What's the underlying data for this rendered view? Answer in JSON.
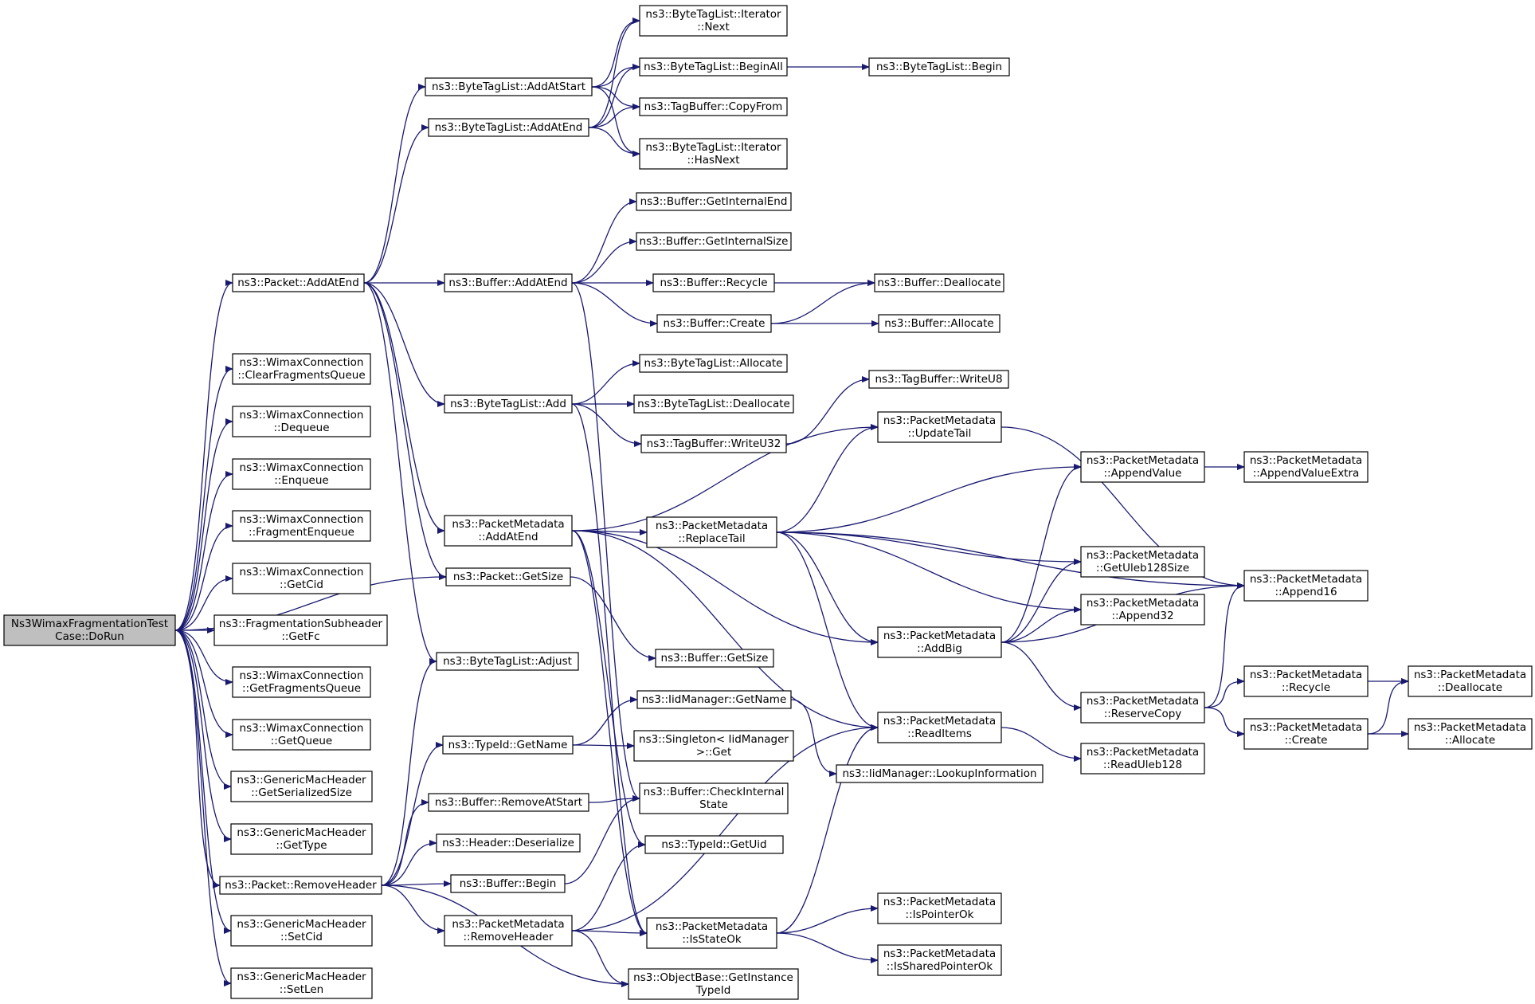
{
  "graph": {
    "nodes": [
      {
        "id": "root",
        "lines": [
          "Ns3WimaxFragmentationTest",
          "Case::DoRun"
        ],
        "root": true
      },
      {
        "id": "pkt_addatend",
        "lines": [
          "ns3::Packet::AddAtEnd"
        ]
      },
      {
        "id": "wc_clearfrag",
        "lines": [
          "ns3::WimaxConnection",
          "::ClearFragmentsQueue"
        ]
      },
      {
        "id": "wc_dequeue",
        "lines": [
          "ns3::WimaxConnection",
          "::Dequeue"
        ]
      },
      {
        "id": "wc_enqueue",
        "lines": [
          "ns3::WimaxConnection",
          "::Enqueue"
        ]
      },
      {
        "id": "wc_fragenqueue",
        "lines": [
          "ns3::WimaxConnection",
          "::FragmentEnqueue"
        ]
      },
      {
        "id": "wc_getcid",
        "lines": [
          "ns3::WimaxConnection",
          "::GetCid"
        ]
      },
      {
        "id": "frag_getfc",
        "lines": [
          "ns3::FragmentationSubheader",
          "::GetFc"
        ]
      },
      {
        "id": "wc_getfragq",
        "lines": [
          "ns3::WimaxConnection",
          "::GetFragmentsQueue"
        ]
      },
      {
        "id": "wc_getqueue",
        "lines": [
          "ns3::WimaxConnection",
          "::GetQueue"
        ]
      },
      {
        "id": "gmh_getser",
        "lines": [
          "ns3::GenericMacHeader",
          "::GetSerializedSize"
        ]
      },
      {
        "id": "gmh_gettype",
        "lines": [
          "ns3::GenericMacHeader",
          "::GetType"
        ]
      },
      {
        "id": "pkt_removeheader",
        "lines": [
          "ns3::Packet::RemoveHeader"
        ]
      },
      {
        "id": "gmh_setcid",
        "lines": [
          "ns3::GenericMacHeader",
          "::SetCid"
        ]
      },
      {
        "id": "gmh_setlen",
        "lines": [
          "ns3::GenericMacHeader",
          "::SetLen"
        ]
      },
      {
        "id": "btl_addatstart",
        "lines": [
          "ns3::ByteTagList::AddAtStart"
        ]
      },
      {
        "id": "btl_addatend",
        "lines": [
          "ns3::ByteTagList::AddAtEnd"
        ]
      },
      {
        "id": "buf_addatend",
        "lines": [
          "ns3::Buffer::AddAtEnd"
        ]
      },
      {
        "id": "btl_add",
        "lines": [
          "ns3::ByteTagList::Add"
        ]
      },
      {
        "id": "pm_addatend",
        "lines": [
          "ns3::PacketMetadata",
          "::AddAtEnd"
        ]
      },
      {
        "id": "pkt_getsize",
        "lines": [
          "ns3::Packet::GetSize"
        ]
      },
      {
        "id": "btl_adjust",
        "lines": [
          "ns3::ByteTagList::Adjust"
        ]
      },
      {
        "id": "typeid_getname",
        "lines": [
          "ns3::TypeId::GetName"
        ]
      },
      {
        "id": "buf_removeatstart",
        "lines": [
          "ns3::Buffer::RemoveAtStart"
        ]
      },
      {
        "id": "hdr_deserialize",
        "lines": [
          "ns3::Header::Deserialize"
        ]
      },
      {
        "id": "buf_begin",
        "lines": [
          "ns3::Buffer::Begin"
        ]
      },
      {
        "id": "pm_removeheader",
        "lines": [
          "ns3::PacketMetadata",
          "::RemoveHeader"
        ]
      },
      {
        "id": "btl_it_next",
        "lines": [
          "ns3::ByteTagList::Iterator",
          "::Next"
        ]
      },
      {
        "id": "btl_beginall",
        "lines": [
          "ns3::ByteTagList::BeginAll"
        ]
      },
      {
        "id": "tb_copyfrom",
        "lines": [
          "ns3::TagBuffer::CopyFrom"
        ]
      },
      {
        "id": "btl_it_hasnext",
        "lines": [
          "ns3::ByteTagList::Iterator",
          "::HasNext"
        ]
      },
      {
        "id": "buf_getinternalend",
        "lines": [
          "ns3::Buffer::GetInternalEnd"
        ]
      },
      {
        "id": "buf_getinternalsize",
        "lines": [
          "ns3::Buffer::GetInternalSize"
        ]
      },
      {
        "id": "buf_recycle",
        "lines": [
          "ns3::Buffer::Recycle"
        ]
      },
      {
        "id": "buf_create",
        "lines": [
          "ns3::Buffer::Create"
        ]
      },
      {
        "id": "btl_allocate",
        "lines": [
          "ns3::ByteTagList::Allocate"
        ]
      },
      {
        "id": "btl_deallocate",
        "lines": [
          "ns3::ByteTagList::Deallocate"
        ]
      },
      {
        "id": "tb_writeu32",
        "lines": [
          "ns3::TagBuffer::WriteU32"
        ]
      },
      {
        "id": "pm_replacetail",
        "lines": [
          "ns3::PacketMetadata",
          "::ReplaceTail"
        ]
      },
      {
        "id": "buf_getsize",
        "lines": [
          "ns3::Buffer::GetSize"
        ]
      },
      {
        "id": "iid_getname",
        "lines": [
          "ns3::IidManager::GetName"
        ]
      },
      {
        "id": "singleton_get",
        "lines": [
          "ns3::Singleton< IidManager",
          ">::Get"
        ]
      },
      {
        "id": "buf_checkinternal",
        "lines": [
          "ns3::Buffer::CheckInternal",
          "State"
        ]
      },
      {
        "id": "typeid_getuid",
        "lines": [
          "ns3::TypeId::GetUid"
        ]
      },
      {
        "id": "pm_isstateok",
        "lines": [
          "ns3::PacketMetadata",
          "::IsStateOk"
        ]
      },
      {
        "id": "ob_getinstancetypeid",
        "lines": [
          "ns3::ObjectBase::GetInstance",
          "TypeId"
        ]
      },
      {
        "id": "btl_begin",
        "lines": [
          "ns3::ByteTagList::Begin"
        ]
      },
      {
        "id": "buf_deallocate",
        "lines": [
          "ns3::Buffer::Deallocate"
        ]
      },
      {
        "id": "buf_allocate",
        "lines": [
          "ns3::Buffer::Allocate"
        ]
      },
      {
        "id": "tb_writeu8",
        "lines": [
          "ns3::TagBuffer::WriteU8"
        ]
      },
      {
        "id": "pm_updatetail",
        "lines": [
          "ns3::PacketMetadata",
          "::UpdateTail"
        ]
      },
      {
        "id": "pm_addbig",
        "lines": [
          "ns3::PacketMetadata",
          "::AddBig"
        ]
      },
      {
        "id": "pm_readitems",
        "lines": [
          "ns3::PacketMetadata",
          "::ReadItems"
        ]
      },
      {
        "id": "iid_lookup",
        "lines": [
          "ns3::IidManager::LookupInformation"
        ]
      },
      {
        "id": "pm_ispointerok",
        "lines": [
          "ns3::PacketMetadata",
          "::IsPointerOk"
        ]
      },
      {
        "id": "pm_issharedpointerok",
        "lines": [
          "ns3::PacketMetadata",
          "::IsSharedPointerOk"
        ]
      },
      {
        "id": "pm_appendvalue",
        "lines": [
          "ns3::PacketMetadata",
          "::AppendValue"
        ]
      },
      {
        "id": "pm_getuleb128size",
        "lines": [
          "ns3::PacketMetadata",
          "::GetUleb128Size"
        ]
      },
      {
        "id": "pm_append32",
        "lines": [
          "ns3::PacketMetadata",
          "::Append32"
        ]
      },
      {
        "id": "pm_reservecopy",
        "lines": [
          "ns3::PacketMetadata",
          "::ReserveCopy"
        ]
      },
      {
        "id": "pm_readuleb128",
        "lines": [
          "ns3::PacketMetadata",
          "::ReadUleb128"
        ]
      },
      {
        "id": "pm_appendvalueextra",
        "lines": [
          "ns3::PacketMetadata",
          "::AppendValueExtra"
        ]
      },
      {
        "id": "pm_append16",
        "lines": [
          "ns3::PacketMetadata",
          "::Append16"
        ]
      },
      {
        "id": "pm_recycle",
        "lines": [
          "ns3::PacketMetadata",
          "::Recycle"
        ]
      },
      {
        "id": "pm_create",
        "lines": [
          "ns3::PacketMetadata",
          "::Create"
        ]
      },
      {
        "id": "pm_deallocate",
        "lines": [
          "ns3::PacketMetadata",
          "::Deallocate"
        ]
      },
      {
        "id": "pm_allocate",
        "lines": [
          "ns3::PacketMetadata",
          "::Allocate"
        ]
      }
    ],
    "edges": [
      [
        "root",
        "pkt_addatend"
      ],
      [
        "root",
        "wc_clearfrag"
      ],
      [
        "root",
        "wc_dequeue"
      ],
      [
        "root",
        "wc_enqueue"
      ],
      [
        "root",
        "wc_fragenqueue"
      ],
      [
        "root",
        "wc_getcid"
      ],
      [
        "root",
        "frag_getfc"
      ],
      [
        "root",
        "wc_getfragq"
      ],
      [
        "root",
        "wc_getqueue"
      ],
      [
        "root",
        "gmh_getser"
      ],
      [
        "root",
        "gmh_gettype"
      ],
      [
        "root",
        "pkt_removeheader"
      ],
      [
        "root",
        "gmh_setcid"
      ],
      [
        "root",
        "gmh_setlen"
      ],
      [
        "root",
        "pkt_getsize"
      ],
      [
        "pkt_addatend",
        "btl_addatstart"
      ],
      [
        "pkt_addatend",
        "btl_addatend"
      ],
      [
        "pkt_addatend",
        "buf_addatend"
      ],
      [
        "pkt_addatend",
        "btl_add"
      ],
      [
        "pkt_addatend",
        "pm_addatend"
      ],
      [
        "pkt_addatend",
        "pkt_getsize"
      ],
      [
        "pkt_addatend",
        "btl_adjust"
      ],
      [
        "btl_addatstart",
        "btl_it_next"
      ],
      [
        "btl_addatstart",
        "btl_beginall"
      ],
      [
        "btl_addatstart",
        "tb_copyfrom"
      ],
      [
        "btl_addatstart",
        "btl_it_hasnext"
      ],
      [
        "btl_addatend",
        "btl_it_next"
      ],
      [
        "btl_addatend",
        "btl_beginall"
      ],
      [
        "btl_addatend",
        "tb_copyfrom"
      ],
      [
        "btl_addatend",
        "btl_it_hasnext"
      ],
      [
        "btl_beginall",
        "btl_begin"
      ],
      [
        "buf_addatend",
        "buf_getinternalend"
      ],
      [
        "buf_addatend",
        "buf_getinternalsize"
      ],
      [
        "buf_addatend",
        "buf_recycle"
      ],
      [
        "buf_addatend",
        "buf_create"
      ],
      [
        "buf_addatend",
        "buf_checkinternal"
      ],
      [
        "buf_recycle",
        "buf_deallocate"
      ],
      [
        "buf_create",
        "buf_deallocate"
      ],
      [
        "buf_create",
        "buf_allocate"
      ],
      [
        "btl_add",
        "btl_allocate"
      ],
      [
        "btl_add",
        "btl_deallocate"
      ],
      [
        "btl_add",
        "tb_writeu32"
      ],
      [
        "btl_add",
        "pm_isstateok"
      ],
      [
        "tb_writeu32",
        "tb_writeu8"
      ],
      [
        "pm_addatend",
        "pm_updatetail"
      ],
      [
        "pm_addatend",
        "pm_replacetail"
      ],
      [
        "pm_addatend",
        "pm_addbig"
      ],
      [
        "pm_addatend",
        "pm_readitems"
      ],
      [
        "pm_addatend",
        "typeid_getuid"
      ],
      [
        "pm_addatend",
        "pm_isstateok"
      ],
      [
        "pm_replacetail",
        "pm_updatetail"
      ],
      [
        "pm_replacetail",
        "pm_appendvalue"
      ],
      [
        "pm_replacetail",
        "pm_getuleb128size"
      ],
      [
        "pm_replacetail",
        "pm_append16"
      ],
      [
        "pm_replacetail",
        "pm_append32"
      ],
      [
        "pm_replacetail",
        "pm_addbig"
      ],
      [
        "pm_replacetail",
        "pm_readitems"
      ],
      [
        "pm_updatetail",
        "pm_append16"
      ],
      [
        "pm_appendvalue",
        "pm_appendvalueextra"
      ],
      [
        "pm_addbig",
        "pm_appendvalue"
      ],
      [
        "pm_addbig",
        "pm_getuleb128size"
      ],
      [
        "pm_addbig",
        "pm_append32"
      ],
      [
        "pm_addbig",
        "pm_append16"
      ],
      [
        "pm_addbig",
        "pm_reservecopy"
      ],
      [
        "pm_reservecopy",
        "pm_append16"
      ],
      [
        "pm_reservecopy",
        "pm_recycle"
      ],
      [
        "pm_reservecopy",
        "pm_create"
      ],
      [
        "pm_recycle",
        "pm_deallocate"
      ],
      [
        "pm_create",
        "pm_deallocate"
      ],
      [
        "pm_create",
        "pm_allocate"
      ],
      [
        "pm_readitems",
        "pm_readuleb128"
      ],
      [
        "pkt_getsize",
        "buf_getsize"
      ],
      [
        "pkt_removeheader",
        "btl_adjust"
      ],
      [
        "pkt_removeheader",
        "typeid_getname"
      ],
      [
        "pkt_removeheader",
        "buf_removeatstart"
      ],
      [
        "pkt_removeheader",
        "hdr_deserialize"
      ],
      [
        "pkt_removeheader",
        "buf_begin"
      ],
      [
        "pkt_removeheader",
        "pm_removeheader"
      ],
      [
        "pkt_removeheader",
        "ob_getinstancetypeid"
      ],
      [
        "typeid_getname",
        "iid_getname"
      ],
      [
        "typeid_getname",
        "singleton_get"
      ],
      [
        "iid_getname",
        "iid_lookup"
      ],
      [
        "buf_removeatstart",
        "buf_checkinternal"
      ],
      [
        "buf_begin",
        "buf_checkinternal"
      ],
      [
        "pm_removeheader",
        "typeid_getuid"
      ],
      [
        "pm_removeheader",
        "pm_isstateok"
      ],
      [
        "pm_removeheader",
        "pm_readitems"
      ],
      [
        "pm_removeheader",
        "ob_getinstancetypeid"
      ],
      [
        "pm_isstateok",
        "pm_ispointerok"
      ],
      [
        "pm_isstateok",
        "pm_issharedpointerok"
      ],
      [
        "pm_isstateok",
        "pm_readitems"
      ]
    ]
  }
}
